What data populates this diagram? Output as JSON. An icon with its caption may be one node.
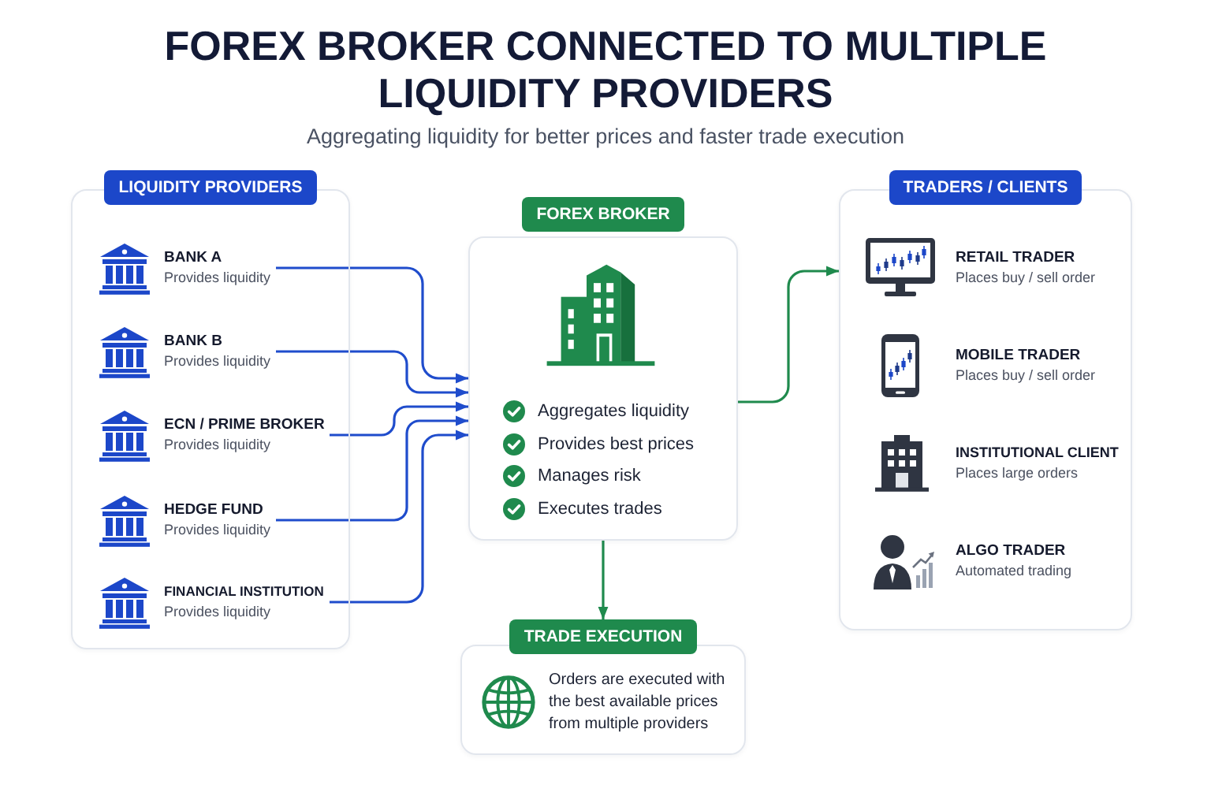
{
  "diagram": {
    "title": "FOREX BROKER CONNECTED TO MULTIPLE LIQUIDITY PROVIDERS",
    "nodes": [
      {
        "text": [
          "LIQUIDITY PROVIDERS"
        ]
      },
      {
        "text": [
          "BANK A",
          "Provides liquidity"
        ],
        "in": 0
      },
      {
        "text": [
          "BANK B",
          "Provides liquidity"
        ],
        "in": 0
      },
      {
        "text": [
          "ECN / PRIME BROKER",
          "Provides liquidity"
        ],
        "in": 0
      },
      {
        "text": [
          "HEDGE FUND",
          "Provides liquidity"
        ],
        "in": 0
      },
      {
        "text": [
          "FINANCIAL INSTITUTION",
          "Provides liquidity"
        ],
        "in": 0
      },
      {
        "text": [
          "FOREX BROKER",
          "Aggregates liquidity",
          "Provides best prices",
          "Manages risk",
          "Executes trades"
        ]
      },
      {
        "text": [
          "TRADERS / CLIENTS"
        ]
      },
      {
        "text": [
          "RETAIL TRADER",
          "Places buy / sell order"
        ],
        "in": 7
      },
      {
        "text": [
          "MOBILE TRADER",
          "Places buy / sell order"
        ],
        "in": 7
      },
      {
        "text": [
          "INSTITUTIONAL CLIENT",
          "Places large orders"
        ],
        "in": 7
      },
      {
        "text": [
          "ALGO TRADER",
          "Automated trading"
        ],
        "in": 7
      },
      {
        "text": [
          "TRADE EXECUTION",
          "Orders are executed with the best available prices from multiple providers"
        ]
      }
    ],
    "edges": [
      {
        "from": 1,
        "to": 6,
        "arrow": "to"
      },
      {
        "from": 2,
        "to": 6,
        "arrow": "to"
      },
      {
        "from": 3,
        "to": 6,
        "arrow": "to"
      },
      {
        "from": 4,
        "to": 6,
        "arrow": "to"
      },
      {
        "from": 5,
        "to": 6,
        "arrow": "to"
      },
      {
        "from": 6,
        "to": 7,
        "arrow": "to",
        "color": "#1f8a4d"
      },
      {
        "from": 6,
        "to": 12,
        "arrow": "to",
        "color": "#1f8a4d"
      }
    ],
    "labels": [
      "Aggregating liquidity for better prices and faster trade execution"
    ]
  }
}
